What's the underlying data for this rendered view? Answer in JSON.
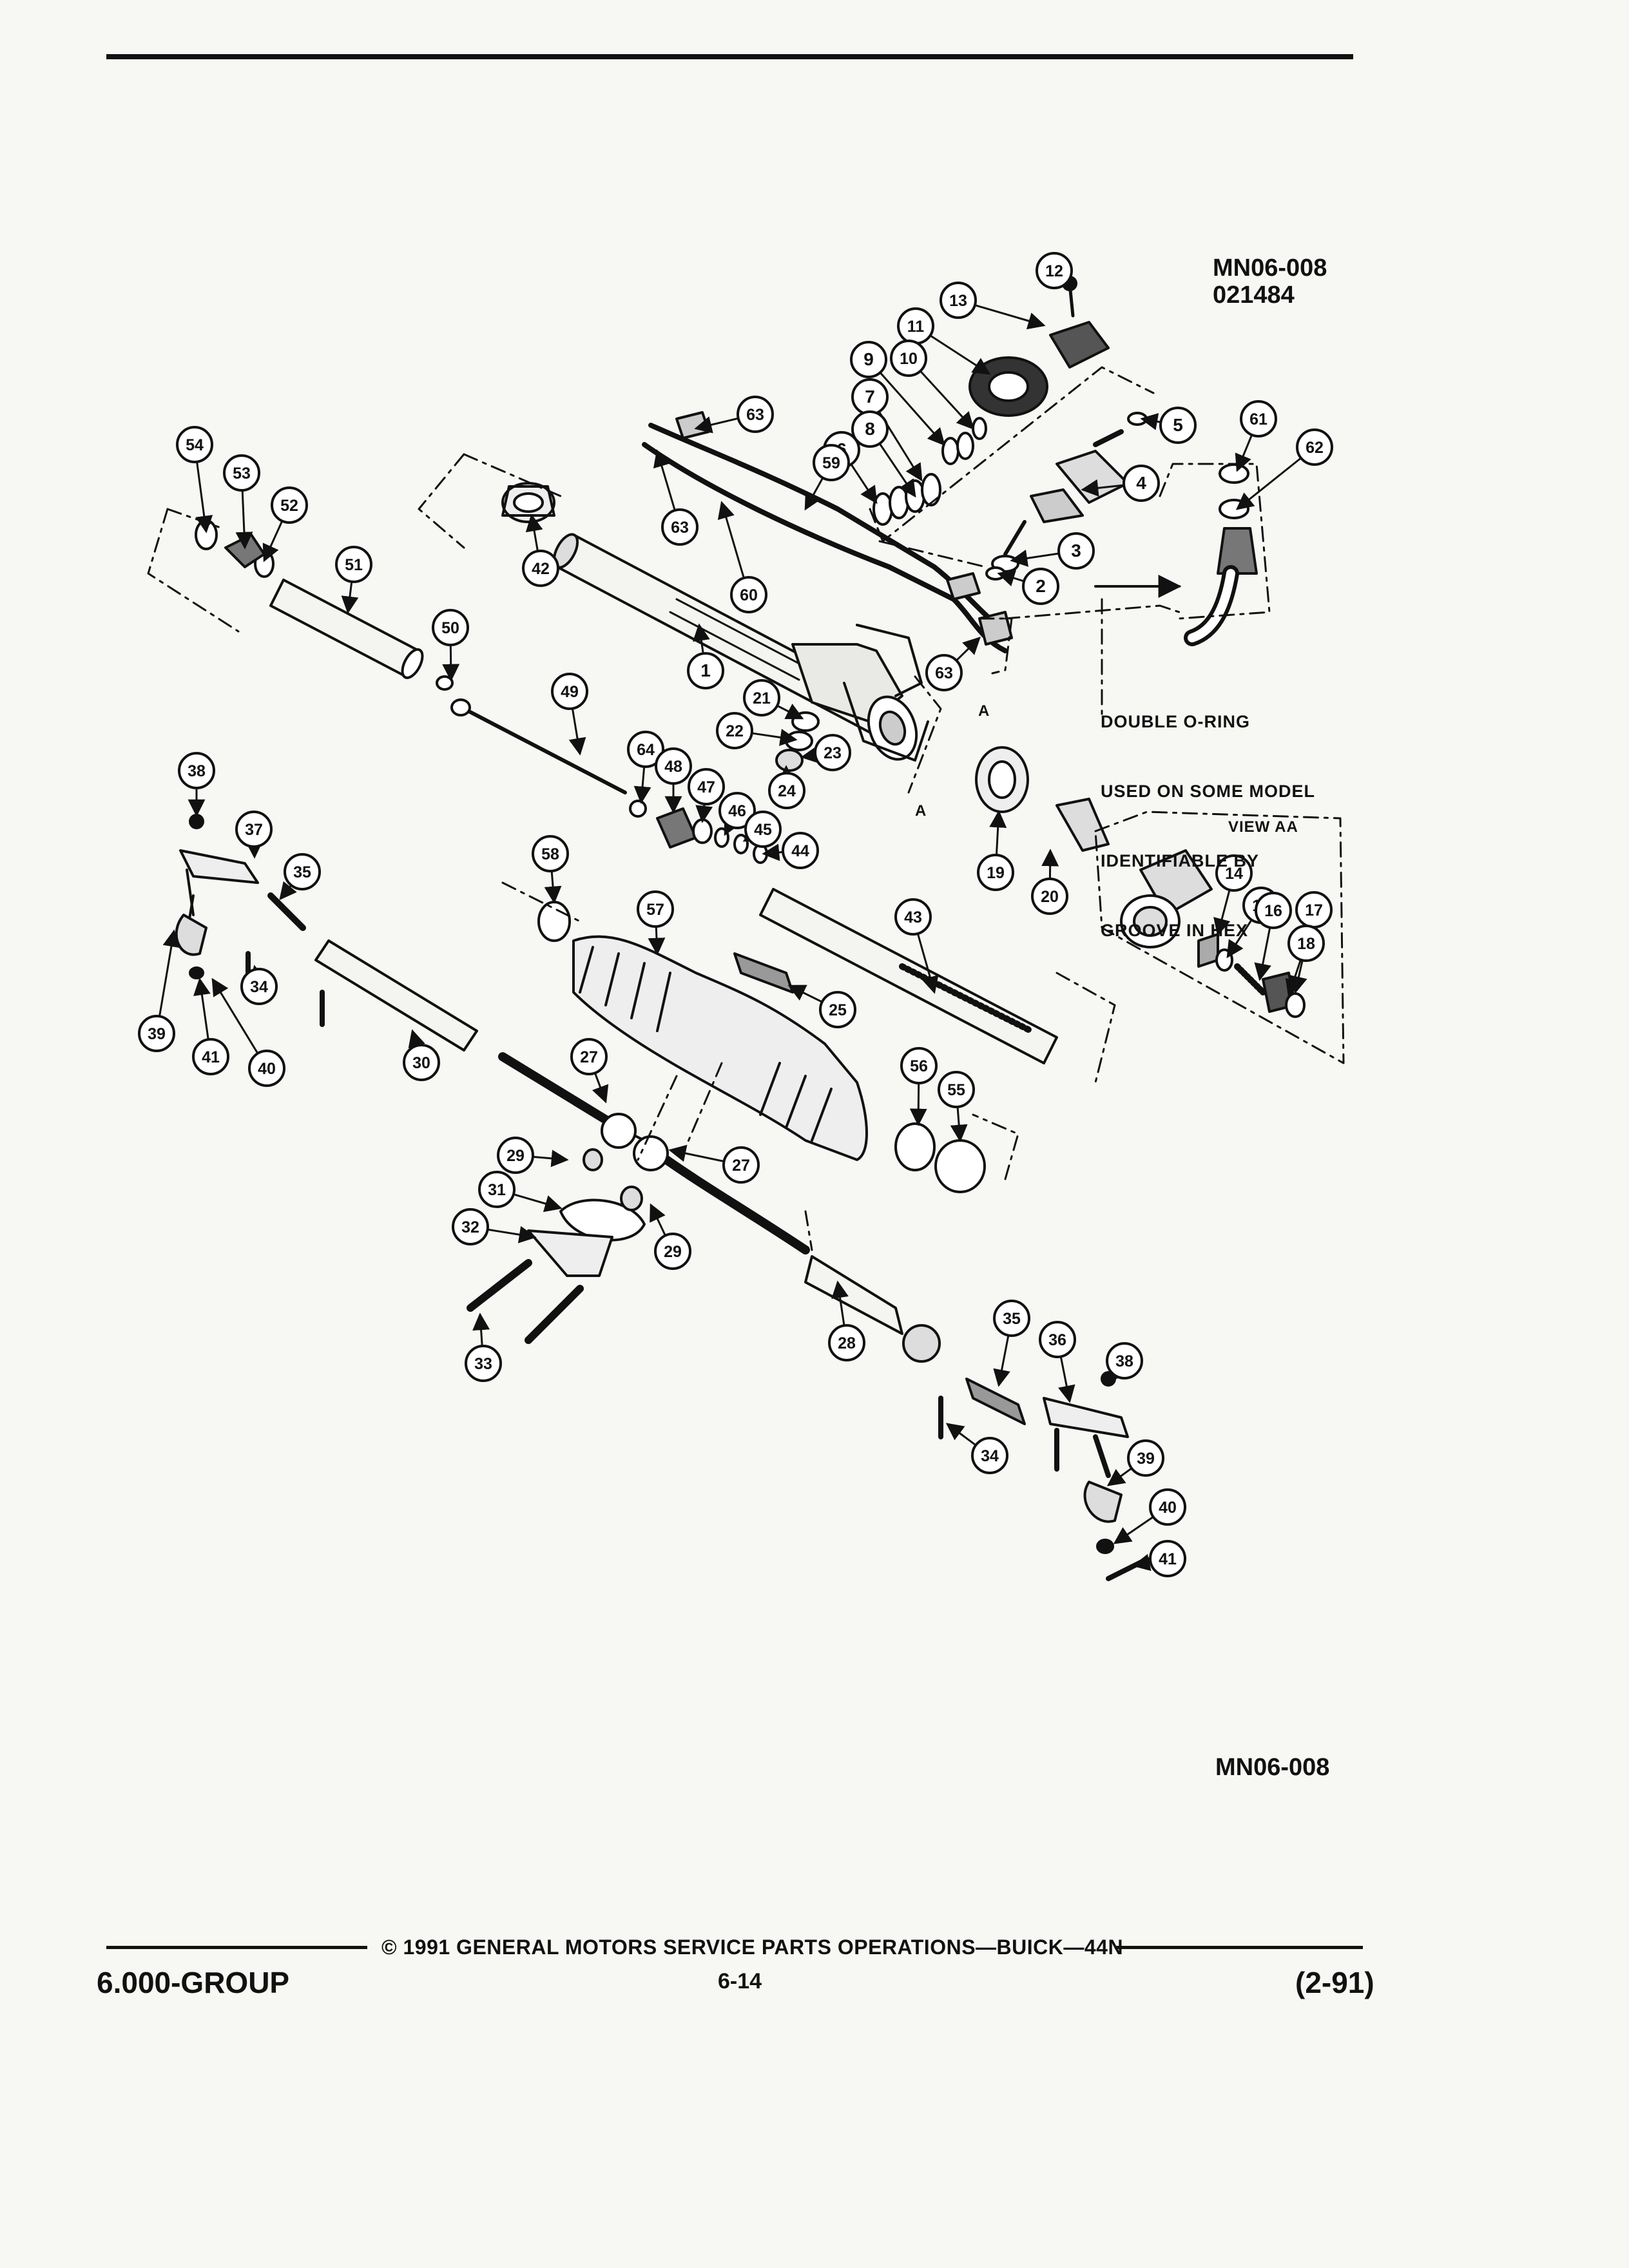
{
  "header": {
    "code_top_line1": "MN06-008",
    "code_top_line2": "021484"
  },
  "note": {
    "lines": [
      "DOUBLE O-RING",
      "USED ON SOME MODEL",
      "IDENTIFIABLE BY",
      "GROOVE IN HEX"
    ]
  },
  "view_label": "VIEW AA",
  "section_marks": [
    "A",
    "A"
  ],
  "code_bottom": "MN06-008",
  "footer": {
    "copyright": "© 1991 GENERAL MOTORS SERVICE PARTS OPERATIONS—BUICK—44N",
    "group": "6.000-GROUP",
    "page": "6-14",
    "date": "(2-91)"
  },
  "callouts": [
    {
      "n": "12"
    },
    {
      "n": "13"
    },
    {
      "n": "11"
    },
    {
      "n": "9"
    },
    {
      "n": "10"
    },
    {
      "n": "7"
    },
    {
      "n": "8"
    },
    {
      "n": "6"
    },
    {
      "n": "63"
    },
    {
      "n": "59"
    },
    {
      "n": "5"
    },
    {
      "n": "61"
    },
    {
      "n": "62"
    },
    {
      "n": "4"
    },
    {
      "n": "3"
    },
    {
      "n": "2"
    },
    {
      "n": "54"
    },
    {
      "n": "53"
    },
    {
      "n": "52"
    },
    {
      "n": "51"
    },
    {
      "n": "42"
    },
    {
      "n": "63"
    },
    {
      "n": "60"
    },
    {
      "n": "1"
    },
    {
      "n": "63"
    },
    {
      "n": "50"
    },
    {
      "n": "49"
    },
    {
      "n": "21"
    },
    {
      "n": "22"
    },
    {
      "n": "23"
    },
    {
      "n": "24"
    },
    {
      "n": "64"
    },
    {
      "n": "48"
    },
    {
      "n": "47"
    },
    {
      "n": "46"
    },
    {
      "n": "45"
    },
    {
      "n": "44"
    },
    {
      "n": "19"
    },
    {
      "n": "20"
    },
    {
      "n": "38"
    },
    {
      "n": "37"
    },
    {
      "n": "35"
    },
    {
      "n": "58"
    },
    {
      "n": "57"
    },
    {
      "n": "43"
    },
    {
      "n": "14"
    },
    {
      "n": "15"
    },
    {
      "n": "16"
    },
    {
      "n": "17"
    },
    {
      "n": "18"
    },
    {
      "n": "25"
    },
    {
      "n": "34"
    },
    {
      "n": "39"
    },
    {
      "n": "41"
    },
    {
      "n": "40"
    },
    {
      "n": "30"
    },
    {
      "n": "27"
    },
    {
      "n": "56"
    },
    {
      "n": "55"
    },
    {
      "n": "29"
    },
    {
      "n": "27"
    },
    {
      "n": "31"
    },
    {
      "n": "32"
    },
    {
      "n": "29"
    },
    {
      "n": "28"
    },
    {
      "n": "33"
    },
    {
      "n": "35"
    },
    {
      "n": "36"
    },
    {
      "n": "38"
    },
    {
      "n": "34"
    },
    {
      "n": "39"
    },
    {
      "n": "40"
    },
    {
      "n": "41"
    }
  ]
}
